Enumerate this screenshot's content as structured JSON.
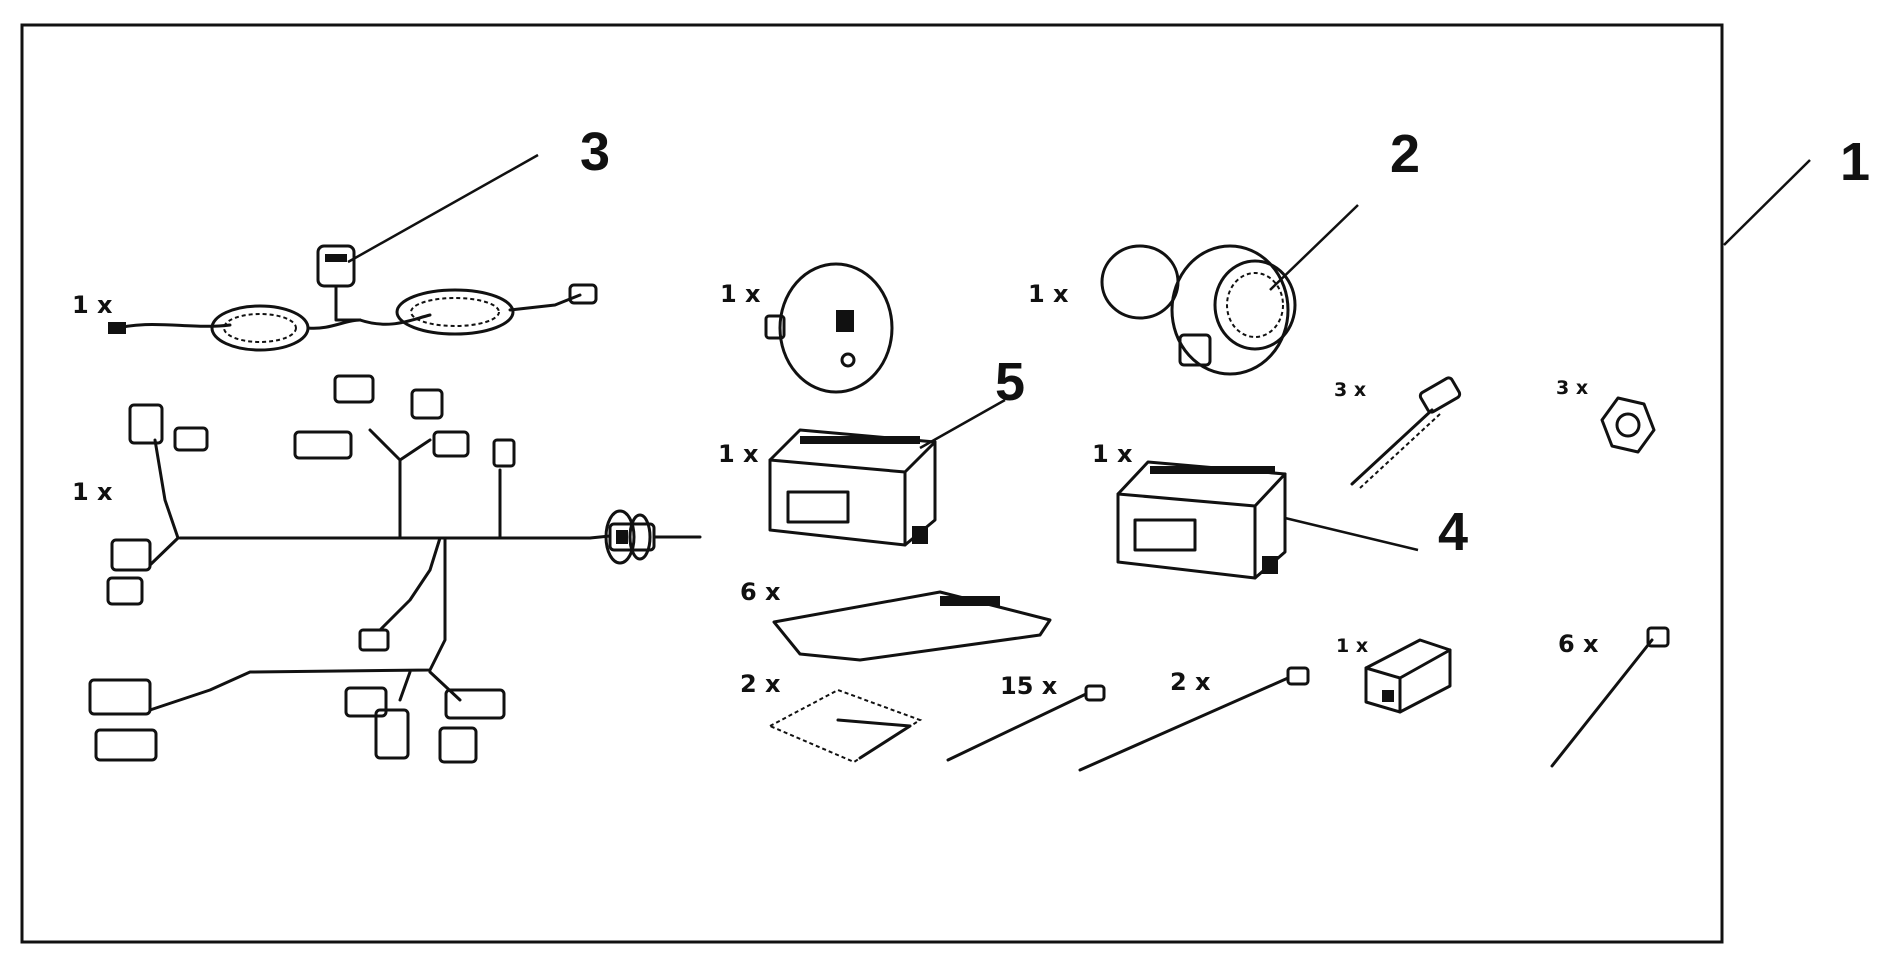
{
  "callouts": {
    "c1": "1",
    "c2": "2",
    "c3": "3",
    "c4": "4",
    "c5": "5"
  },
  "quantities": {
    "ignition_lock": "1 x",
    "harness_main": "1 x",
    "switch_disc": "1 x",
    "siren": "1 x",
    "control_unit_5": "1 x",
    "control_unit_4": "1 x",
    "screw": "3 x",
    "nut": "3 x",
    "pad": "6 x",
    "label": "2 x",
    "tie_small": "15 x",
    "tie_med": "2 x",
    "connector": "1 x",
    "tie_long": "6 x"
  }
}
